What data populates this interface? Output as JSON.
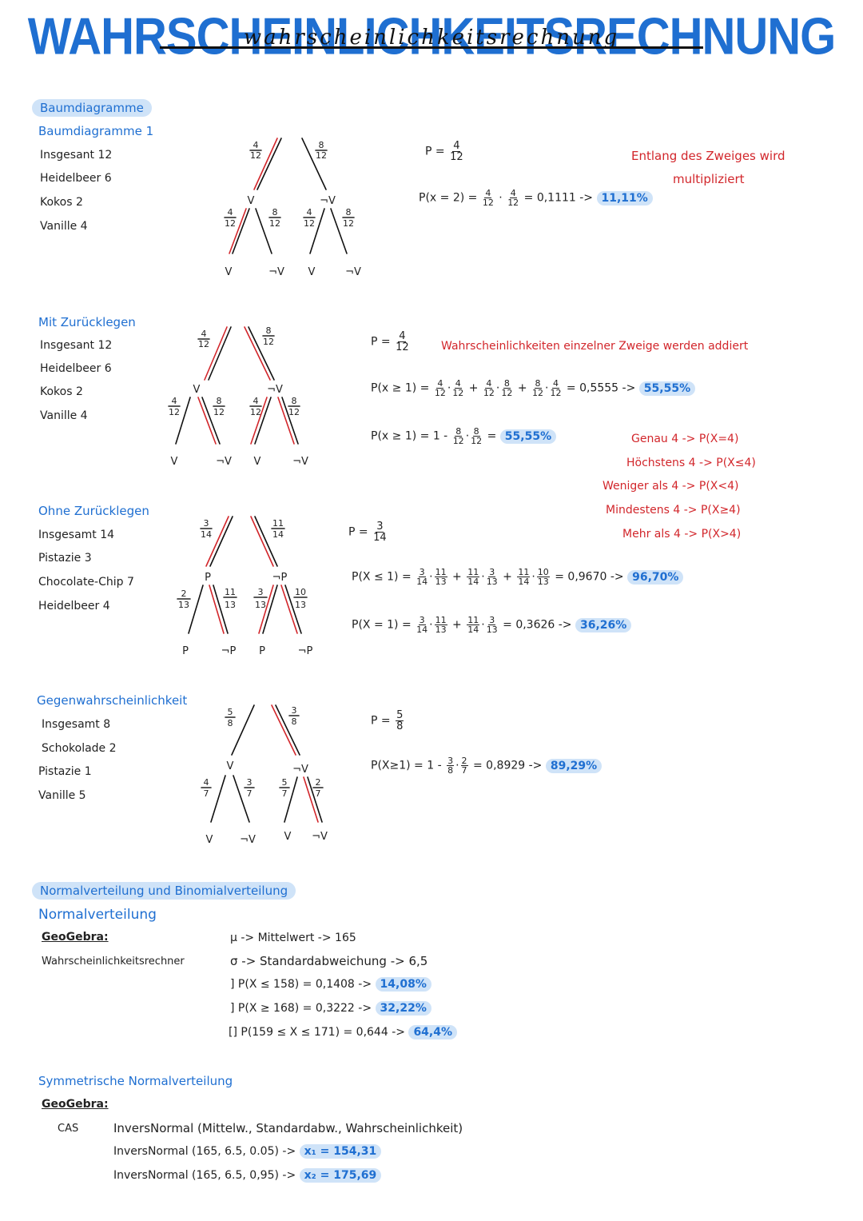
{
  "title": "WAHRSCHEINLICHKEITSRECHNUNG",
  "title_script": "wahrscheinlichkeitsrechnung",
  "baum": {
    "heading": "Baumdiagramme",
    "sec1": {
      "title": "Baumdiagramme 1",
      "items": [
        "Insgesant 12",
        "Heidelbeer 6",
        "Kokos 2",
        "Vanille 4"
      ],
      "p_label": "P =",
      "p_num": "4",
      "p_den": "12",
      "calc_prefix": "P(x = 2) =",
      "calc_suffix": "= 0,1111 ->",
      "result": "11,11%",
      "note_line1": "Entlang des Zweiges wird",
      "note_line2": "multipliziert",
      "tree": {
        "top_left": [
          "4",
          "12"
        ],
        "top_right": [
          "8",
          "12"
        ],
        "mid_left": "V",
        "mid_right": "¬V",
        "ll": [
          "4",
          "12"
        ],
        "lr": [
          "8",
          "12"
        ],
        "rl": [
          "4",
          "12"
        ],
        "rr": [
          "8",
          "12"
        ],
        "leaves": [
          "V",
          "¬V",
          "V",
          "¬V"
        ]
      }
    },
    "sec2": {
      "title": "Mit Zurücklegen",
      "items": [
        "Insgesant 12",
        "Heidelbeer 6",
        "Kokos 2",
        "Vanille 4"
      ],
      "p_label": "P =",
      "p_num": "4",
      "p_den": "12",
      "note": "Wahrscheinlichkeiten einzelner Zweige werden addiert",
      "calc1_prefix": "P(x ≥ 1) =",
      "calc1_suffix": "= 0,5555 ->",
      "result1": "55,55%",
      "calc2_prefix": "P(x ≥ 1) = 1 -",
      "calc2_suffix": "=",
      "result2": "55,55%",
      "tree": {
        "top_left": [
          "4",
          "12"
        ],
        "top_right": [
          "8",
          "12"
        ],
        "mid_left": "V",
        "mid_right": "¬V",
        "ll": [
          "4",
          "12"
        ],
        "lr": [
          "8",
          "12"
        ],
        "rl": [
          "4",
          "12"
        ],
        "rr": [
          "8",
          "12"
        ],
        "leaves": [
          "V",
          "¬V",
          "V",
          "¬V"
        ]
      }
    },
    "terms": [
      "Genau 4 -> P(X=4)",
      "Höchstens 4 -> P(X≤4)",
      "Weniger als 4 -> P(X<4)",
      "Mindestens 4 -> P(X≥4)",
      "Mehr als 4 -> P(X>4)"
    ],
    "sec3": {
      "title": "Ohne Zurücklegen",
      "items": [
        "Insgesamt 14",
        "Pistazie 3",
        "Chocolate-Chip 7",
        "Heidelbeer 4"
      ],
      "p_label": "P =",
      "p_num": "3",
      "p_den": "14",
      "calc1_prefix": "P(X ≤ 1) =",
      "calc1_suffix": "= 0,9670 ->",
      "result1": "96,70%",
      "calc2_prefix": "P(X = 1) =",
      "calc2_suffix": "= 0,3626 ->",
      "result2": "36,26%",
      "tree": {
        "top_left": [
          "3",
          "14"
        ],
        "top_right": [
          "11",
          "14"
        ],
        "mid_left": "P",
        "mid_right": "¬P",
        "ll": [
          "2",
          "13"
        ],
        "lr": [
          "11",
          "13"
        ],
        "rl": [
          "3",
          "13"
        ],
        "rr": [
          "10",
          "13"
        ],
        "leaves": [
          "P",
          "¬P",
          "P",
          "¬P"
        ]
      }
    },
    "sec4": {
      "title": "Gegenwahrscheinlichkeit",
      "items": [
        "Insgesamt 8",
        "Schokolade 2",
        "Pistazie 1",
        "Vanille 5"
      ],
      "p_label": "P =",
      "p_num": "5",
      "p_den": "8",
      "calc_prefix": "P(X≥1) = 1 -",
      "calc_suffix": "= 0,8929 ->",
      "result": "89,29%",
      "tree": {
        "top_left": [
          "5",
          "8"
        ],
        "top_right": [
          "3",
          "8"
        ],
        "mid_left": "V",
        "mid_right": "¬V",
        "ll": [
          "4",
          "7"
        ],
        "lr": [
          "3",
          "7"
        ],
        "rl": [
          "5",
          "7"
        ],
        "rr": [
          "2",
          "7"
        ],
        "leaves": [
          "V",
          "¬V",
          "V",
          "¬V"
        ]
      }
    }
  },
  "normal": {
    "heading": "Normalverteilung und Binomialverteilung",
    "sub": "Normalverteilung",
    "geogebra": "GeoGebra:",
    "rechner": "Wahrscheinlichkeitsrechner",
    "lines": [
      "μ -> Mittelwert -> 165",
      "σ -> Standardabweichung -> 6,5"
    ],
    "calc": [
      {
        "text": "] P(X ≤ 158) = 0,1408 ->",
        "result": "14,08%"
      },
      {
        "text": "] P(X ≥ 168) = 0,3222 ->",
        "result": "32,22%"
      },
      {
        "text": "[] P(159 ≤ X ≤ 171) = 0,644 ->",
        "result": "64,4%"
      }
    ],
    "sym_title": "Symmetrische Normalverteilung",
    "sym_geogebra": "GeoGebra:",
    "cas": "CAS",
    "inv_def": "InversNormal (Mittelw., Standardabw., Wahrscheinlichkeit)",
    "inv1_text": "InversNormal (165, 6.5, 0.05) ->",
    "inv1_result": "x₁ = 154,31",
    "inv2_text": "InversNormal (165, 6.5, 0,95) ->",
    "inv2_result": "x₂ = 175,69"
  },
  "colors": {
    "blue": "#1f6fd1",
    "red": "#d2262b",
    "highlight": "#cfe3f8"
  }
}
